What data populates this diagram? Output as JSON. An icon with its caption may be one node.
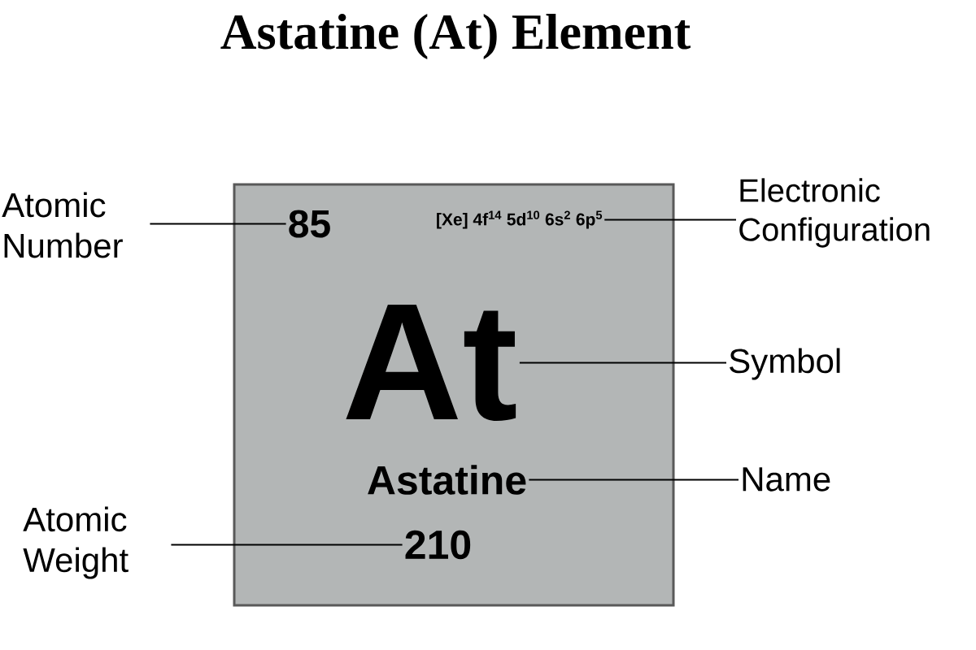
{
  "diagram": {
    "title": "Astatine (At) Element",
    "nodes": [
      {
        "text": [],
        "shape": "box"
      },
      {
        "text": [
          "85"
        ],
        "in": 0
      },
      {
        "text": [
          "[Xe] 4f$^{14}$ 5d$^{10}$ 6s$^{2}$ 6p$^{5}$"
        ],
        "in": 0
      },
      {
        "text": [
          "At"
        ],
        "in": 0
      },
      {
        "text": [
          "Astatine"
        ],
        "in": 0
      },
      {
        "text": [
          "210"
        ],
        "in": 0
      },
      {
        "text": [
          "Atomic Number"
        ]
      },
      {
        "text": [
          "Electronic Configuration"
        ]
      },
      {
        "text": [
          "Symbol"
        ]
      },
      {
        "text": [
          "Name"
        ]
      },
      {
        "text": [
          "Atomic Weight"
        ]
      }
    ],
    "edges": [
      {
        "from": 6,
        "to": 1,
        "arrow": "none"
      },
      {
        "from": 7,
        "to": 2,
        "arrow": "none"
      },
      {
        "from": 8,
        "to": 3,
        "arrow": "none"
      },
      {
        "from": 9,
        "to": 4,
        "arrow": "none"
      },
      {
        "from": 10,
        "to": 5,
        "arrow": "none"
      }
    ]
  }
}
